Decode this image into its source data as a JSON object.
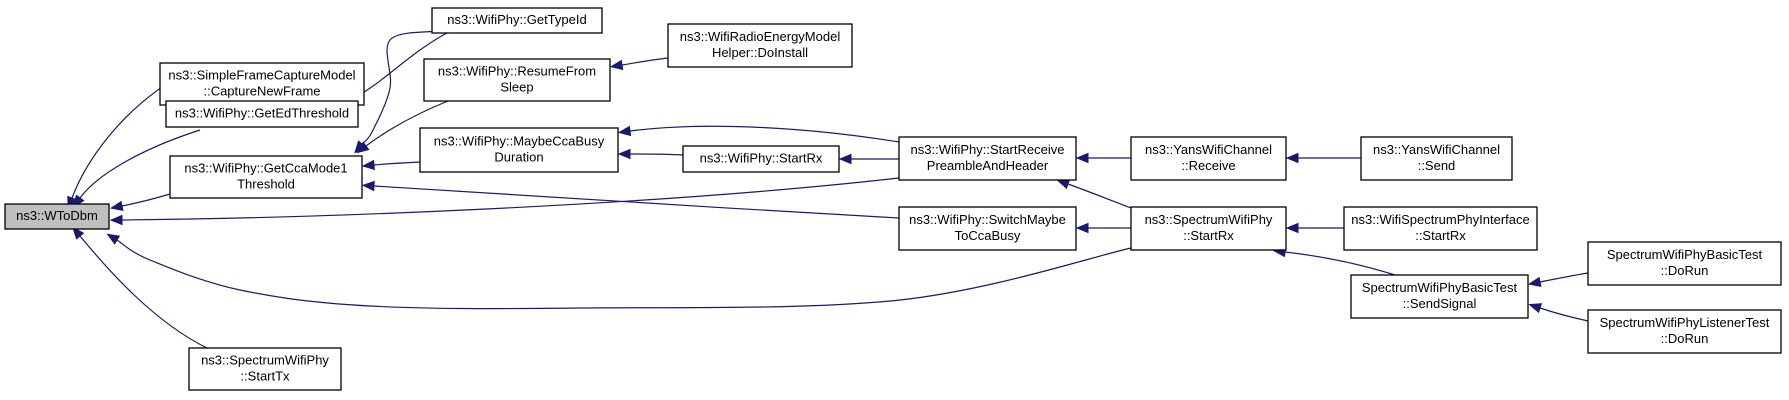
{
  "diagram": {
    "type": "call-graph",
    "edge_color": "#191970",
    "root_fill": "#bfbfbf",
    "nodes": [
      {
        "id": "wtodbm",
        "lines": [
          "ns3::WToDbm"
        ],
        "root": true
      },
      {
        "id": "sfcm_capture",
        "lines": [
          "ns3::SimpleFrameCaptureModel",
          "::CaptureNewFrame"
        ]
      },
      {
        "id": "get_ed",
        "lines": [
          "ns3::WifiPhy::GetEdThreshold"
        ]
      },
      {
        "id": "get_cca",
        "lines": [
          "ns3::WifiPhy::GetCcaMode1",
          "Threshold"
        ]
      },
      {
        "id": "spectrum_starttx",
        "lines": [
          "ns3::SpectrumWifiPhy",
          "::StartTx"
        ]
      },
      {
        "id": "get_typeid",
        "lines": [
          "ns3::WifiPhy::GetTypeId"
        ]
      },
      {
        "id": "resume_sleep",
        "lines": [
          "ns3::WifiPhy::ResumeFrom",
          "Sleep"
        ]
      },
      {
        "id": "maybe_cca",
        "lines": [
          "ns3::WifiPhy::MaybeCcaBusy",
          "Duration"
        ]
      },
      {
        "id": "radio_energy",
        "lines": [
          "ns3::WifiRadioEnergyModel",
          "Helper::DoInstall"
        ]
      },
      {
        "id": "wifiphy_startrx",
        "lines": [
          "ns3::WifiPhy::StartRx"
        ]
      },
      {
        "id": "start_receive",
        "lines": [
          "ns3::WifiPhy::StartReceive",
          "PreambleAndHeader"
        ]
      },
      {
        "id": "switch_maybe",
        "lines": [
          "ns3::WifiPhy::SwitchMaybe",
          "ToCcaBusy"
        ]
      },
      {
        "id": "yans_receive",
        "lines": [
          "ns3::YansWifiChannel",
          "::Receive"
        ]
      },
      {
        "id": "spectrum_startrx",
        "lines": [
          "ns3::SpectrumWifiPhy",
          "::StartRx"
        ]
      },
      {
        "id": "yans_send",
        "lines": [
          "ns3::YansWifiChannel",
          "::Send"
        ]
      },
      {
        "id": "wsp_interface",
        "lines": [
          "ns3::WifiSpectrumPhyInterface",
          "::StartRx"
        ]
      },
      {
        "id": "send_signal",
        "lines": [
          "SpectrumWifiPhyBasicTest",
          "::SendSignal"
        ]
      },
      {
        "id": "basic_dorun",
        "lines": [
          "SpectrumWifiPhyBasicTest",
          "::DoRun"
        ]
      },
      {
        "id": "listener_dorun",
        "lines": [
          "SpectrumWifiPhyListenerTest",
          "::DoRun"
        ]
      }
    ],
    "edges": [
      {
        "from": "sfcm_capture",
        "to": "wtodbm"
      },
      {
        "from": "get_ed",
        "to": "wtodbm"
      },
      {
        "from": "get_cca",
        "to": "wtodbm"
      },
      {
        "from": "spectrum_starttx",
        "to": "wtodbm"
      },
      {
        "from": "start_receive",
        "to": "wtodbm"
      },
      {
        "from": "spectrum_startrx",
        "to": "wtodbm"
      },
      {
        "from": "get_typeid",
        "to": "get_ed"
      },
      {
        "from": "get_typeid",
        "to": "get_cca"
      },
      {
        "from": "resume_sleep",
        "to": "get_cca"
      },
      {
        "from": "maybe_cca",
        "to": "get_cca"
      },
      {
        "from": "switch_maybe",
        "to": "get_cca"
      },
      {
        "from": "radio_energy",
        "to": "resume_sleep"
      },
      {
        "from": "wifiphy_startrx",
        "to": "maybe_cca"
      },
      {
        "from": "start_receive",
        "to": "maybe_cca"
      },
      {
        "from": "start_receive",
        "to": "wifiphy_startrx"
      },
      {
        "from": "yans_receive",
        "to": "start_receive"
      },
      {
        "from": "spectrum_startrx",
        "to": "start_receive"
      },
      {
        "from": "spectrum_startrx",
        "to": "switch_maybe"
      },
      {
        "from": "yans_send",
        "to": "yans_receive"
      },
      {
        "from": "wsp_interface",
        "to": "spectrum_startrx"
      },
      {
        "from": "send_signal",
        "to": "spectrum_startrx"
      },
      {
        "from": "basic_dorun",
        "to": "send_signal"
      },
      {
        "from": "listener_dorun",
        "to": "send_signal"
      }
    ]
  }
}
